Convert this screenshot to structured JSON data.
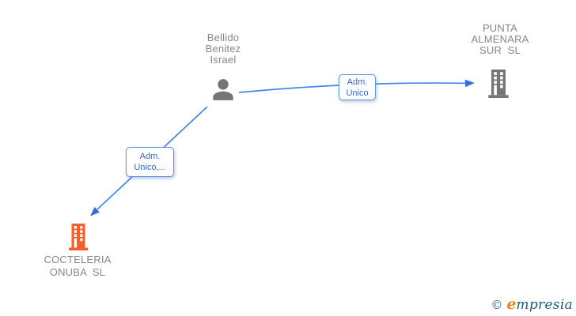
{
  "colors": {
    "edge_line": "#4584ec",
    "edge_arrow": "#2e6fe0",
    "box_border": "#5b92e5",
    "box_text": "#3667cd",
    "icon_gray": "#757575",
    "label_gray": "#878787",
    "company_orange": "#f95d28",
    "logo_teal": "#20708f",
    "logo_orange": "#f0801a"
  },
  "nodes": {
    "person": {
      "icon": "person-icon",
      "name_lines": [
        "Bellido",
        "Benitez",
        "Israel"
      ]
    },
    "company_right": {
      "icon": "building-icon",
      "name_lines": [
        "PUNTA",
        "ALMENARA",
        "SUR  SL"
      ]
    },
    "company_left": {
      "icon": "building-icon",
      "name_lines": [
        "COCTELERIA",
        "ONUBA  SL"
      ]
    }
  },
  "edges": {
    "person_to_company_right": {
      "label_lines": [
        "Adm.",
        "Unico"
      ]
    },
    "person_to_company_left": {
      "label_lines": [
        "Adm.",
        "Unico,..."
      ]
    }
  },
  "footer": {
    "copyright_symbol": "©",
    "brand_initial": "e",
    "brand_rest": "mpresia"
  }
}
